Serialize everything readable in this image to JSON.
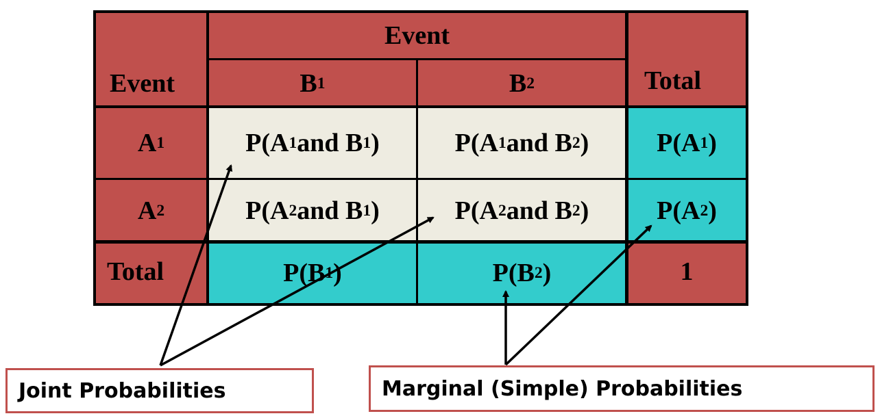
{
  "table": {
    "header_event": "Event",
    "row_header": "Event",
    "total_header": "Total",
    "col_b1": {
      "base": "B",
      "sub": "1"
    },
    "col_b2": {
      "base": "B",
      "sub": "2"
    },
    "row_a1": {
      "base": "A",
      "sub": "1"
    },
    "row_a2": {
      "base": "A",
      "sub": "2"
    },
    "row_total": "Total",
    "joint": {
      "a1b1": {
        "p1": "P(A",
        "s1": "1",
        "mid": " and B",
        "s2": "1",
        "end": ")"
      },
      "a1b2": {
        "p1": "P(A",
        "s1": "1",
        "mid": " and B",
        "s2": "2",
        "end": ")"
      },
      "a2b1": {
        "p1": "P(A",
        "s1": "2",
        "mid": " and B",
        "s2": "1",
        "end": ")"
      },
      "a2b2": {
        "p1": "P(A",
        "s1": "2",
        "mid": " and B",
        "s2": "2",
        "end": ")"
      }
    },
    "marginal": {
      "a1": {
        "p1": "P(A",
        "s1": "1",
        "end": ")"
      },
      "a2": {
        "p1": "P(A",
        "s1": "2",
        "end": ")"
      },
      "b1": {
        "p1": "P(B",
        "s1": "1",
        "end": ")"
      },
      "b2": {
        "p1": "P(B",
        "s1": "2",
        "end": ")"
      }
    },
    "grand_total": "1"
  },
  "labels": {
    "joint": "Joint Probabilities",
    "marginal": "Marginal (Simple) Probabilities"
  },
  "colors": {
    "header": "#c0504d",
    "joint_cells": "#eeece1",
    "marginal_cells": "#33cccc",
    "label_border": "#c0504d"
  }
}
